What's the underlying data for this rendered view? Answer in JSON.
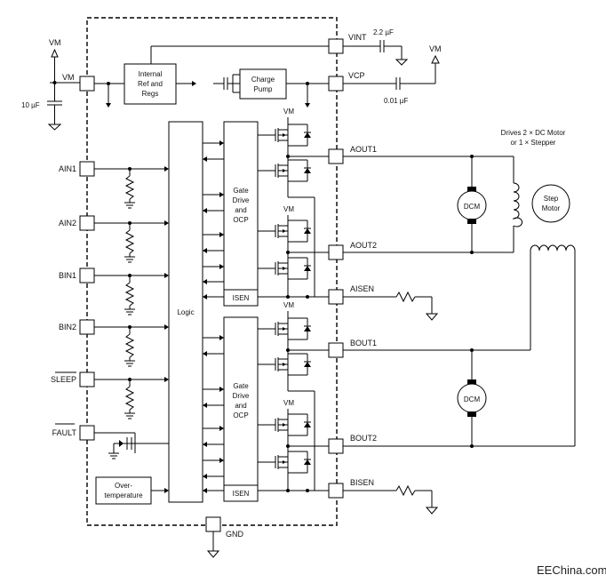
{
  "blocks": {
    "ref": [
      "Internal",
      "Ref and",
      "Regs"
    ],
    "pump": [
      "Charge",
      "Pump"
    ],
    "logic": "Logic",
    "gate": [
      "Gate",
      "Drive",
      "and",
      "OCP"
    ],
    "isen": "ISEN",
    "ot": [
      "Over-",
      "temperature"
    ]
  },
  "pins": {
    "vm": "VM",
    "vint": "VINT",
    "vcp": "VCP",
    "aout1": "AOUT1",
    "aout2": "AOUT2",
    "aisen": "AISEN",
    "bout1": "BOUT1",
    "bout2": "BOUT2",
    "bisen": "BISEN",
    "gnd": "GND",
    "ain1": "AIN1",
    "ain2": "AIN2",
    "bin1": "BIN1",
    "bin2": "BIN2",
    "sleep": "SLEEP",
    "fault": "FAULT"
  },
  "components": {
    "cap_vint": "2.2 µF",
    "cap_vcp": "0.01 µF",
    "cap_vm": "10 µF",
    "vm_supply": "VM",
    "dcm": "DCM",
    "step_motor": [
      "Step",
      "Motor"
    ]
  },
  "notes": {
    "drives": [
      "Drives 2 × DC Motor",
      "or 1 × Stepper"
    ]
  },
  "watermark": "EEChina.com"
}
